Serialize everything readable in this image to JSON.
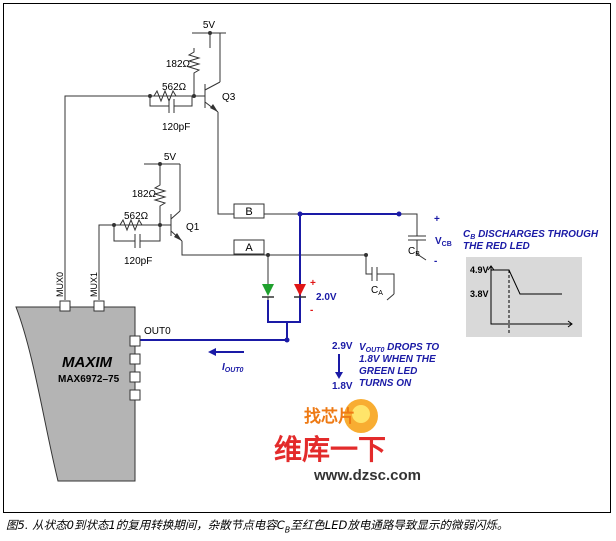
{
  "supply": {
    "q3_supply": "5V",
    "q1_supply": "5V"
  },
  "components": {
    "q3": {
      "r_top": "182Ω",
      "r_series": "562Ω",
      "cap": "120pF",
      "label": "Q3"
    },
    "q1": {
      "r_top": "182Ω",
      "r_series": "562Ω",
      "cap": "120pF",
      "label": "Q1"
    },
    "box_b": "B",
    "box_a": "A",
    "cap_b": "C",
    "cap_b_sub": "B",
    "cap_a": "C",
    "cap_a_sub": "A",
    "vcb_plus": "+",
    "vcb_minus": "-",
    "vcb_label": "V",
    "vcb_sub": "CB",
    "led_plus": "+",
    "led_minus": "-",
    "led_voltage": "2.0V"
  },
  "chip": {
    "logo": "MAXIM",
    "model": "MAX6972–75",
    "pin_out0": "OUT0",
    "pin_mux0": "MUX0",
    "pin_mux1": "MUX1"
  },
  "annotations": {
    "discharge_line1": "C",
    "discharge_sub": "B",
    "discharge_line1_rest": " DISCHARGES THROUGH",
    "discharge_line2": "THE RED LED",
    "iout_label": "I",
    "iout_sub": "OUT0",
    "volt_top": "2.9V",
    "volt_bottom": "1.8V",
    "drop_line1_v": "V",
    "drop_line1_sub": "OUT0",
    "drop_line1_rest": " DROPS TO",
    "drop_line2": "1.8V WHEN THE",
    "drop_line3": "GREEN LED",
    "drop_line4": "TURNS ON"
  },
  "waveform": {
    "v_high": "4.9V",
    "v_low": "3.8V"
  },
  "watermark": {
    "brand_cn": "维库一下",
    "brand_fig": "找芯片",
    "url": "www.dzsc.com"
  },
  "caption": "图5. 从状态0到状态1的复用转换期间，杂散节点电容C",
  "caption_sub": "B",
  "caption_rest": "至红色LED放电通路导致显示的微弱闪烁。",
  "colors": {
    "accent": "#1a1aa6",
    "wire": "#333333",
    "chip": "#b4b4b4",
    "led_green": "#1fa02d",
    "led_red": "#e01616",
    "panel": "#d9d9d9"
  }
}
